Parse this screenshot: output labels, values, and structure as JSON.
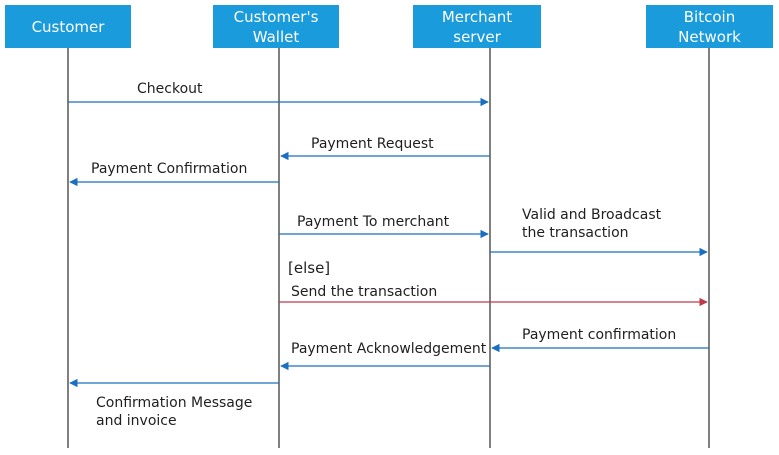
{
  "participants": [
    {
      "id": "customer",
      "label": "Customer"
    },
    {
      "id": "wallet",
      "label": "Customer's\nWallet"
    },
    {
      "id": "merchant",
      "label": "Merchant\nserver"
    },
    {
      "id": "bitcoin",
      "label": "Bitcoin\nNetwork"
    }
  ],
  "messages": {
    "checkout": "Checkout",
    "payment_request": "Payment Request",
    "payment_confirmation": "Payment Confirmation",
    "payment_to_merchant": "Payment To merchant",
    "valid_broadcast": "Valid and Broadcast\n the transaction",
    "else_guard": "[else]",
    "send_transaction": "Send the transaction",
    "payment_confirmation_network": "Payment confirmation",
    "payment_acknowledgement": "Payment Acknowledgement",
    "confirmation_message": "Confirmation Message\nand invoice"
  },
  "colors": {
    "participant_fill": "#1a9bdc",
    "arrow_blue": "#1a6fc0",
    "arrow_red": "#c0394b",
    "lifeline": "#2b2b2b"
  }
}
